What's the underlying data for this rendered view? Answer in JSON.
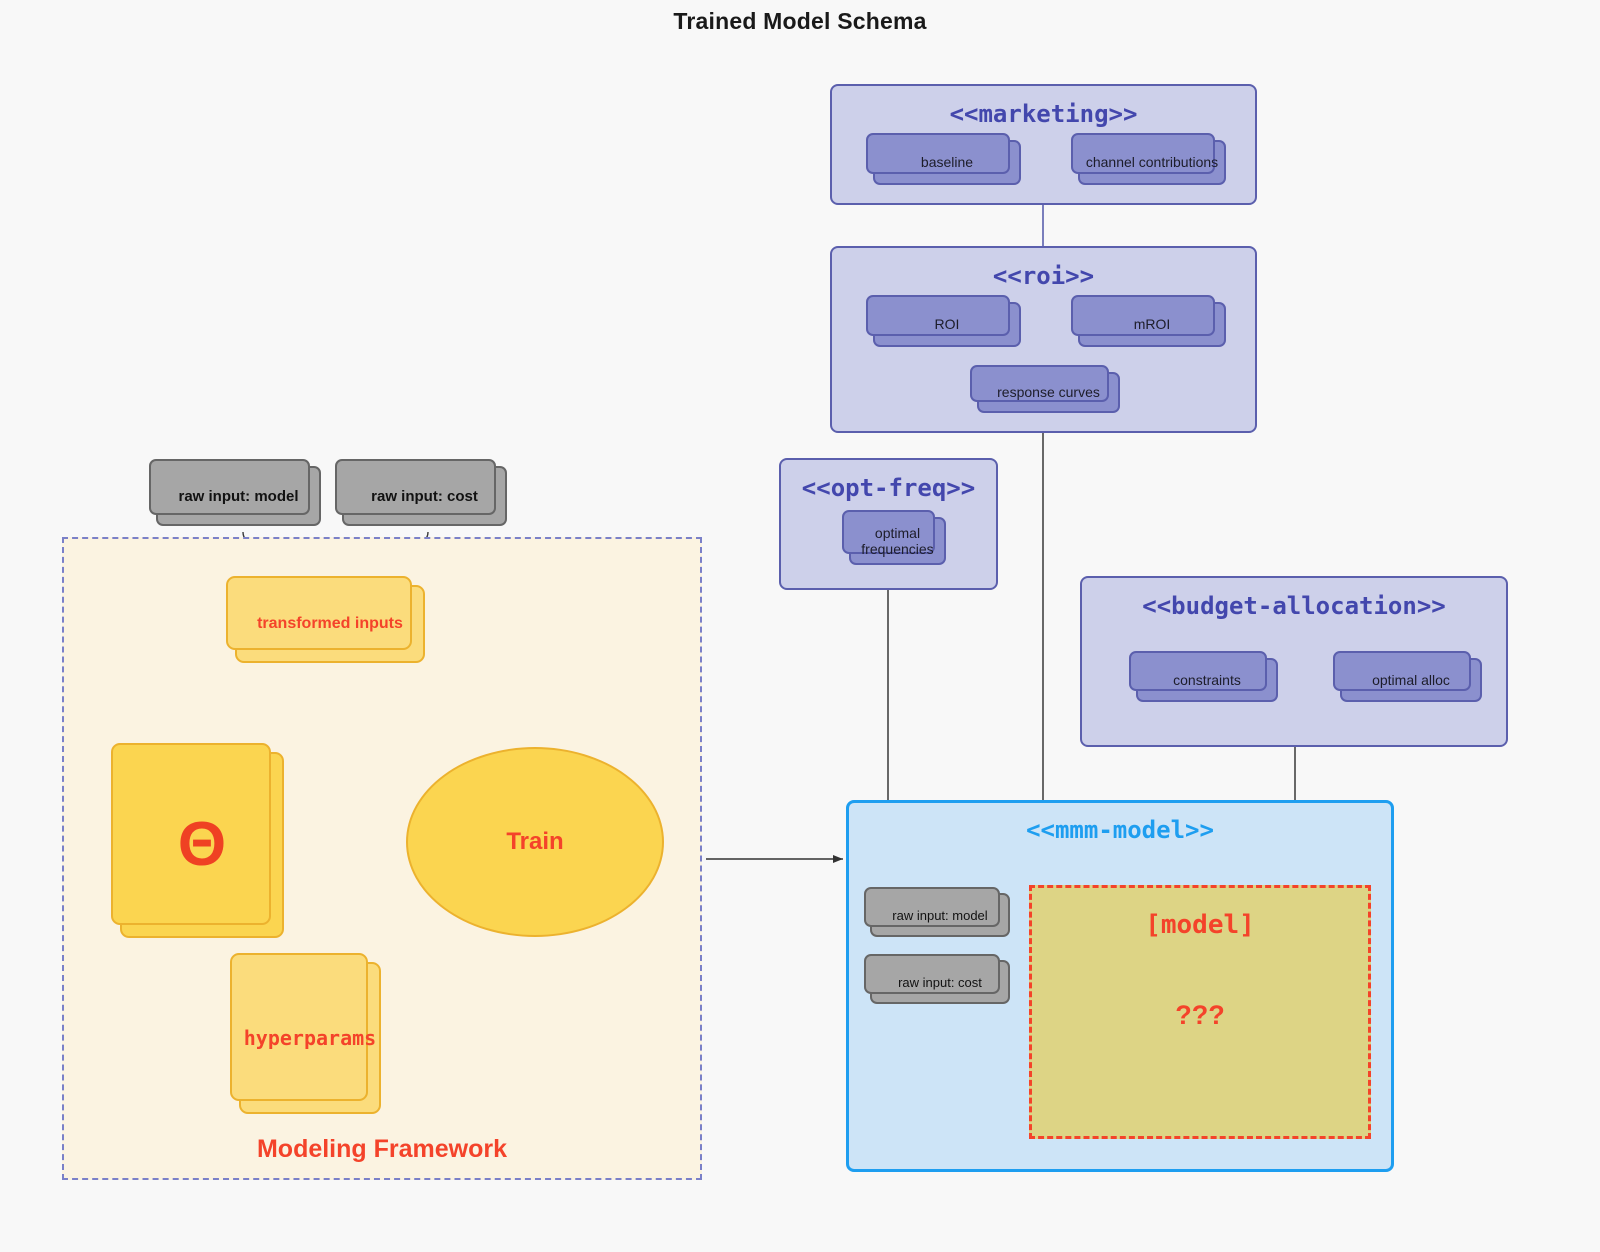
{
  "title": "Trained Model Schema",
  "colors": {
    "background": "#f8f8f8",
    "package_fill": "#cdd0ea",
    "package_border": "#5b5fad",
    "card_purple_fill": "#8b90ce",
    "card_gray_fill": "#a6a6a6",
    "card_yellow_fill": "#fbdc7c",
    "framework_fill": "#fbf3e1",
    "framework_border": "#7a80c8",
    "accent_red": "#f4432a",
    "mmm_border": "#1e9ef0",
    "mmm_fill": "#cde4f7",
    "model_placeholder_fill": "#ddd485"
  },
  "packages": [
    {
      "name": "marketing",
      "title": "<<marketing>>",
      "items": [
        {
          "label": "baseline"
        },
        {
          "label": "channel contributions"
        }
      ],
      "relation": "bidirectional"
    },
    {
      "name": "roi",
      "title": "<<roi>>",
      "items": [
        {
          "label": "ROI"
        },
        {
          "label": "mROI"
        },
        {
          "label": "response curves"
        }
      ],
      "relation": "bidirectional"
    },
    {
      "name": "opt-freq",
      "title": "<<opt-freq>>",
      "items": [
        {
          "label": "optimal\nfrequencies",
          "line1": "optimal",
          "line2": "frequencies"
        }
      ]
    },
    {
      "name": "budget-allocation",
      "title": "<<budget-allocation>>",
      "items": [
        {
          "label": "constraints"
        },
        {
          "label": "optimal alloc"
        }
      ],
      "relation": "bidirectional"
    }
  ],
  "raw_inputs": [
    {
      "label": "raw input: model"
    },
    {
      "label": "raw input: cost"
    }
  ],
  "modeling_framework": {
    "label": "Modeling Framework",
    "transformed_inputs": "transformed inputs",
    "theta": "Θ",
    "hyperparams": "hyperparams",
    "train": "Train"
  },
  "mmm_model": {
    "title": "<<mmm-model>>",
    "raw_inputs": [
      {
        "label": "raw input: model"
      },
      {
        "label": "raw input: cost"
      }
    ],
    "placeholder_title": "[model]",
    "placeholder_unknown": "???"
  }
}
